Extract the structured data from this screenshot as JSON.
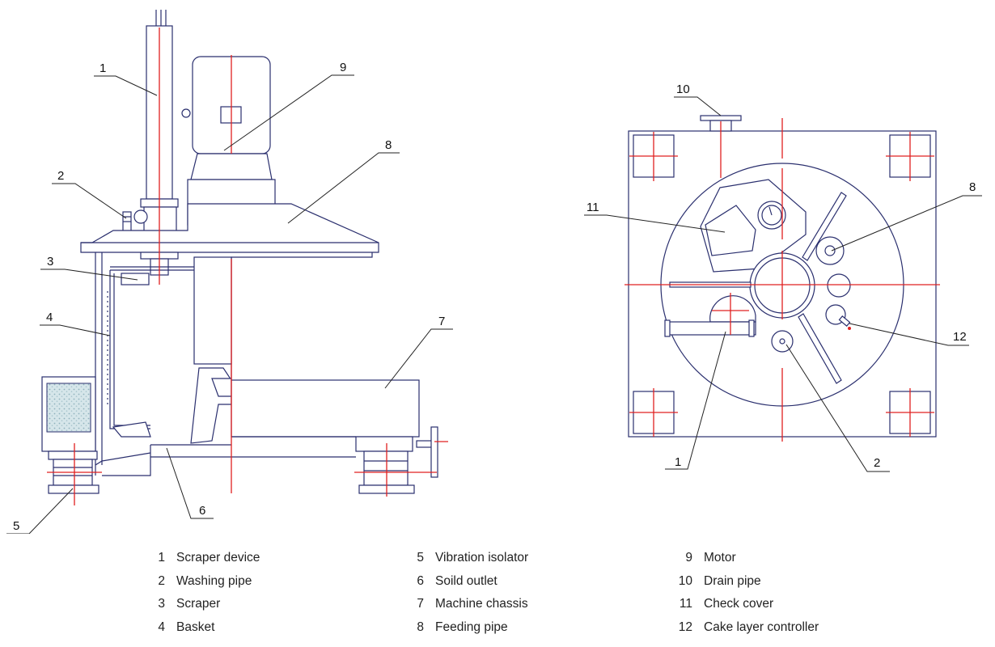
{
  "callouts": {
    "front": [
      "1",
      "9",
      "2",
      "8",
      "3",
      "4",
      "7",
      "5",
      "6"
    ],
    "top": [
      "10",
      "11",
      "8",
      "12",
      "1",
      "2"
    ]
  },
  "legend": {
    "columns": [
      [
        {
          "num": "1",
          "label": "Scraper device"
        },
        {
          "num": "2",
          "label": "Washing pipe"
        },
        {
          "num": "3",
          "label": "Scraper"
        },
        {
          "num": "4",
          "label": "Basket"
        }
      ],
      [
        {
          "num": "5",
          "label": "Vibration isolator"
        },
        {
          "num": "6",
          "label": "Soild outlet"
        },
        {
          "num": "7",
          "label": "Machine chassis"
        },
        {
          "num": "8",
          "label": "Feeding pipe"
        }
      ],
      [
        {
          "num": "9",
          "label": "Motor"
        },
        {
          "num": "10",
          "label": "Drain pipe"
        },
        {
          "num": "11",
          "label": "Check cover"
        },
        {
          "num": "12",
          "label": "Cake layer controller"
        }
      ]
    ]
  },
  "colors": {
    "line": "#2a2f6e",
    "centerline": "#e02020",
    "filter": "#b8d0d8"
  }
}
